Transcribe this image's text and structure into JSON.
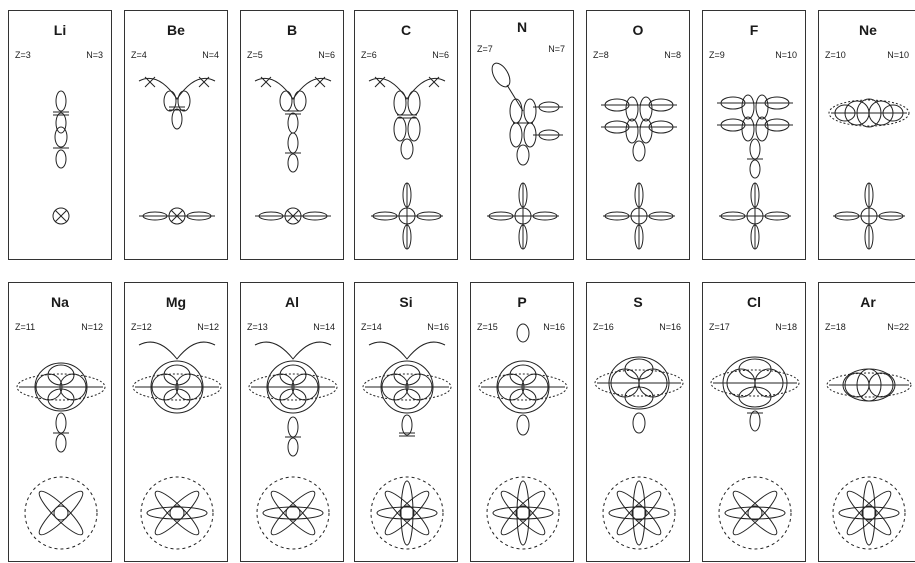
{
  "elements": [
    {
      "symbol": "Li",
      "z": "Z=3",
      "n": "N=3"
    },
    {
      "symbol": "Be",
      "z": "Z=4",
      "n": "N=4"
    },
    {
      "symbol": "B",
      "z": "Z=5",
      "n": "N=6"
    },
    {
      "symbol": "C",
      "z": "Z=6",
      "n": "N=6"
    },
    {
      "symbol": "N",
      "z": "Z=7",
      "n": "N=7"
    },
    {
      "symbol": "O",
      "z": "Z=8",
      "n": "N=8"
    },
    {
      "symbol": "F",
      "z": "Z=9",
      "n": "N=10"
    },
    {
      "symbol": "Ne",
      "z": "Z=10",
      "n": "N=10"
    },
    {
      "symbol": "Na",
      "z": "Z=11",
      "n": "N=12"
    },
    {
      "symbol": "Mg",
      "z": "Z=12",
      "n": "N=12"
    },
    {
      "symbol": "Al",
      "z": "Z=13",
      "n": "N=14"
    },
    {
      "symbol": "Si",
      "z": "Z=14",
      "n": "N=16"
    },
    {
      "symbol": "P",
      "z": "Z=15",
      "n": "N=16"
    },
    {
      "symbol": "S",
      "z": "Z=16",
      "n": "N=16"
    },
    {
      "symbol": "Cl",
      "z": "Z=17",
      "n": "N=18"
    },
    {
      "symbol": "Ar",
      "z": "Z=18",
      "n": "N=22"
    }
  ]
}
